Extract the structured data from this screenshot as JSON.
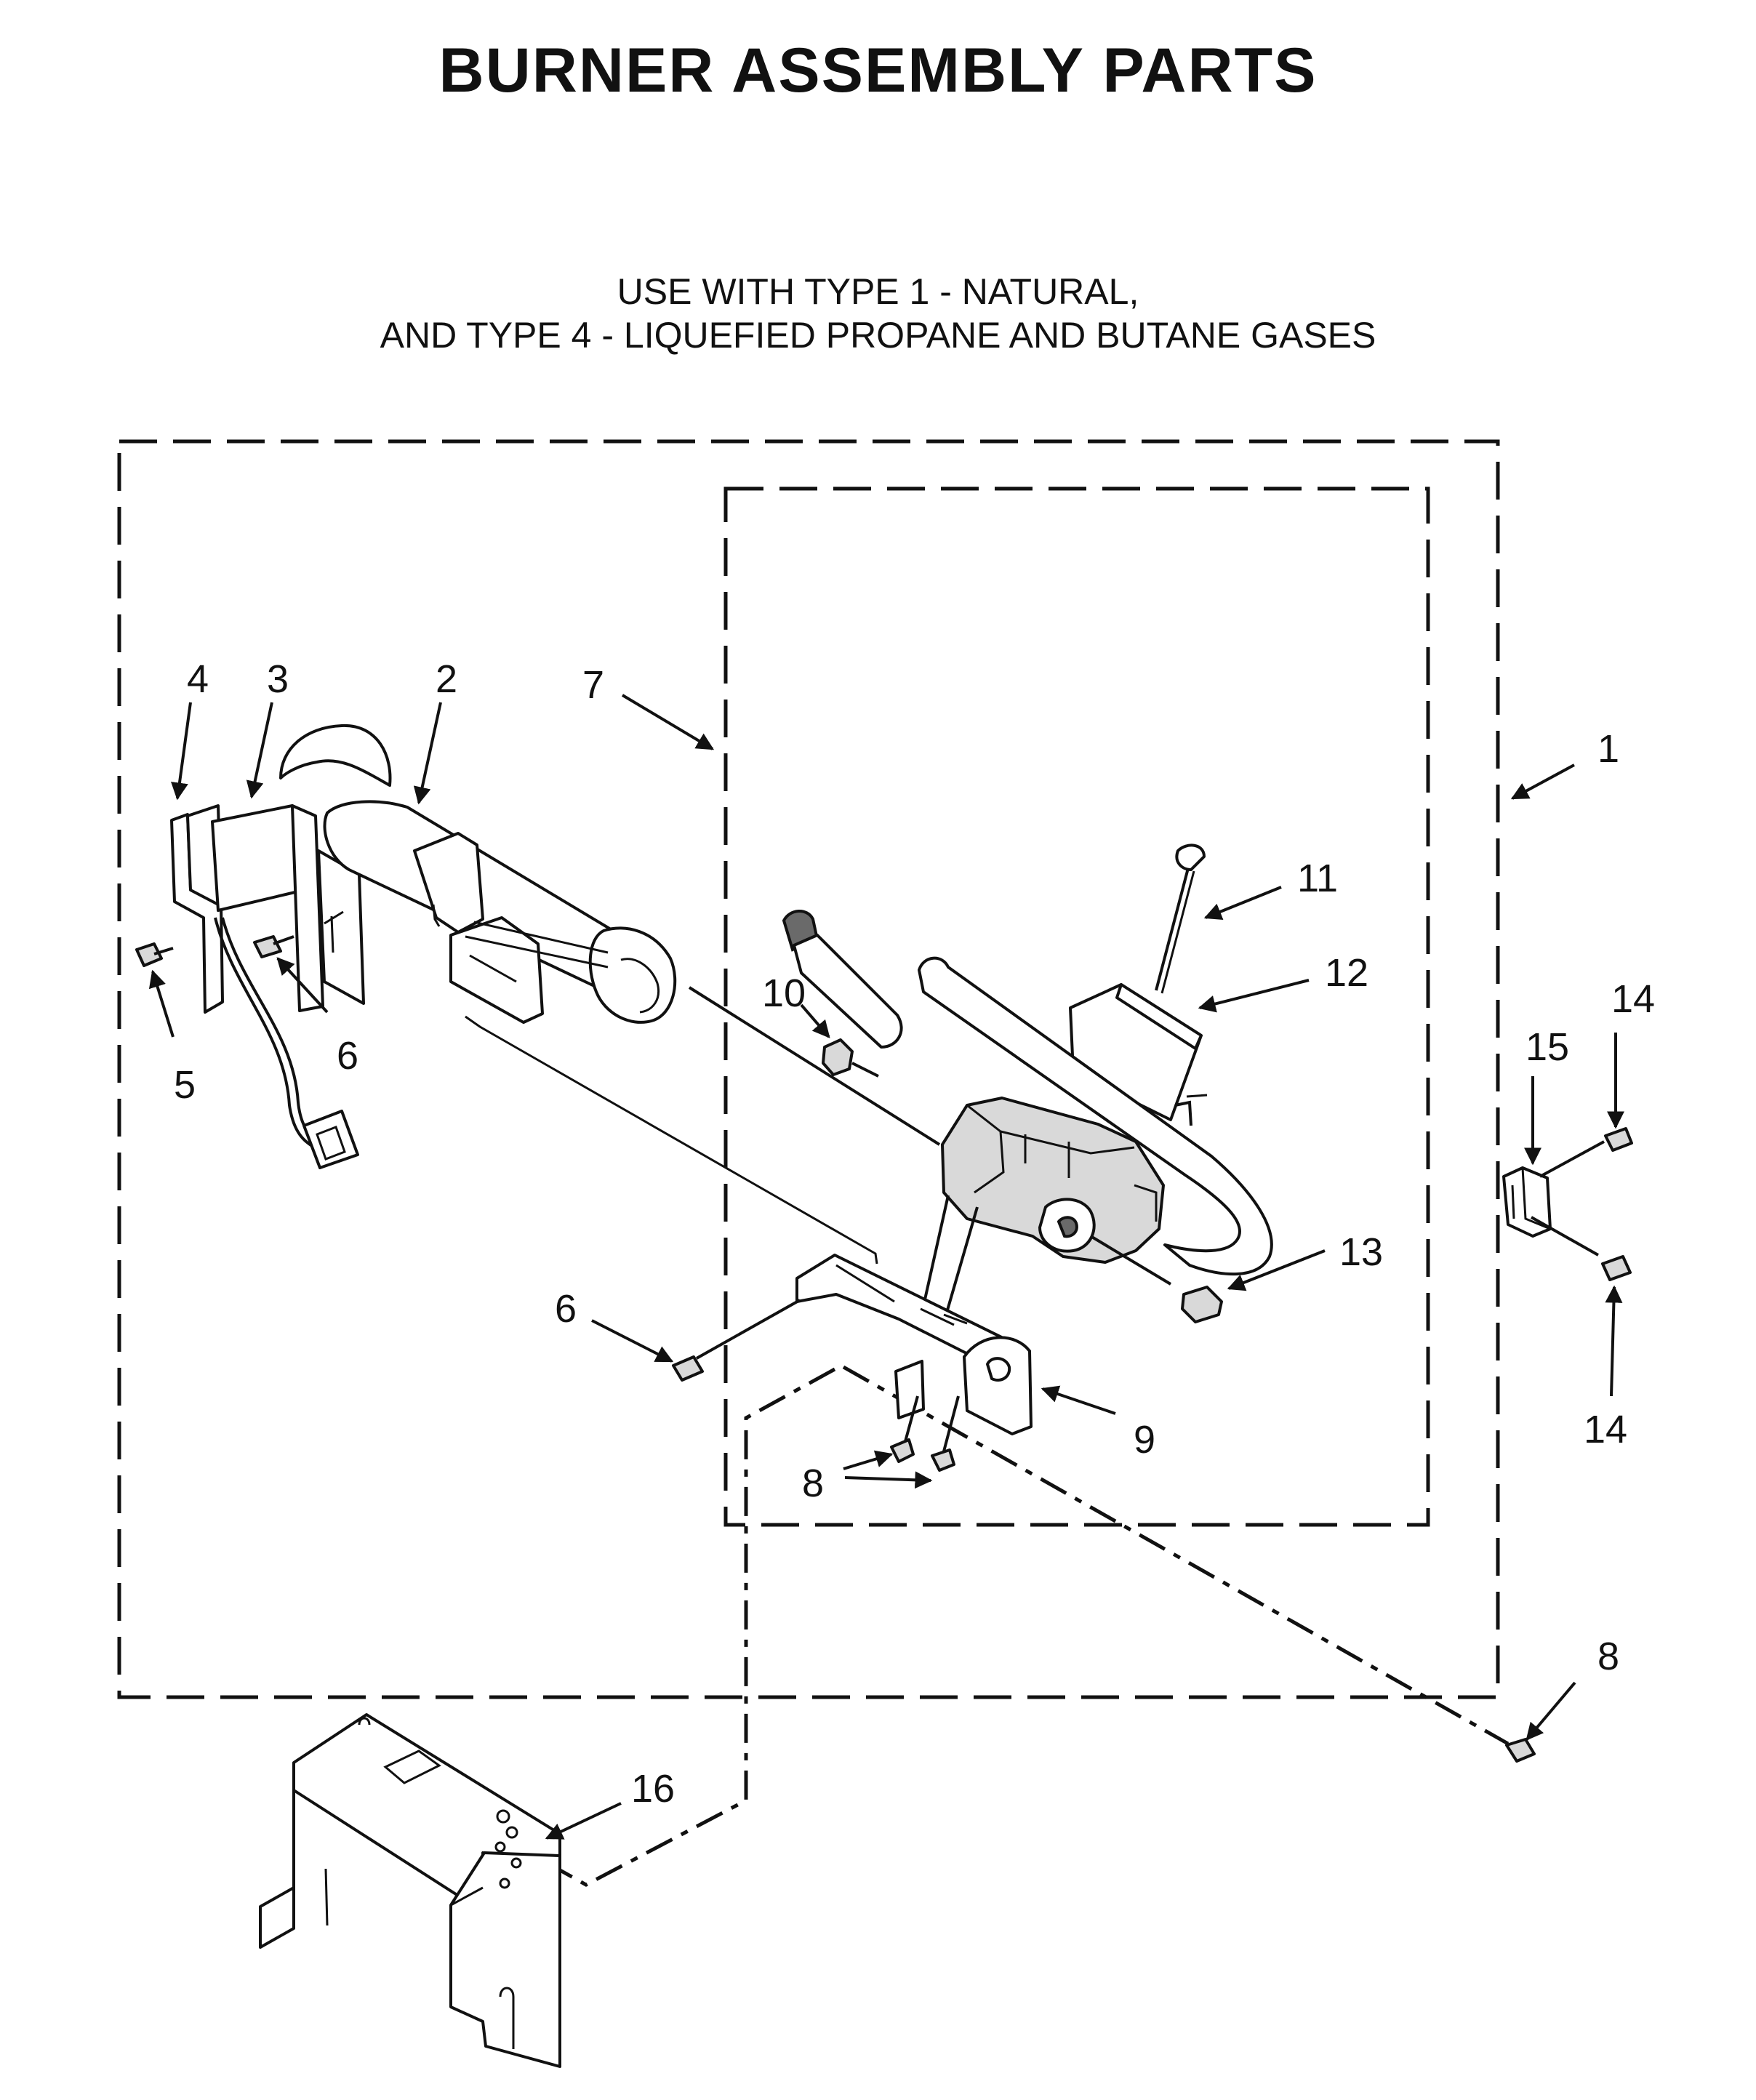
{
  "header": {
    "title": "BURNER ASSEMBLY PARTS",
    "subtitle_line1": "USE WITH TYPE 1 - NATURAL,",
    "subtitle_line2": "AND TYPE 4 - LIQUEFIED PROPANE AND BUTANE GASES"
  },
  "callouts": {
    "c1": "1",
    "c2": "2",
    "c3": "3",
    "c4": "4",
    "c5": "5",
    "c6_left": "6",
    "c6_center": "6",
    "c7": "7",
    "c8_lower": "8",
    "c8_right": "8",
    "c9": "9",
    "c10": "10",
    "c11": "11",
    "c12": "12",
    "c13": "13",
    "c14_top": "14",
    "c14_bottom": "14",
    "c15": "15",
    "c16": "16"
  }
}
